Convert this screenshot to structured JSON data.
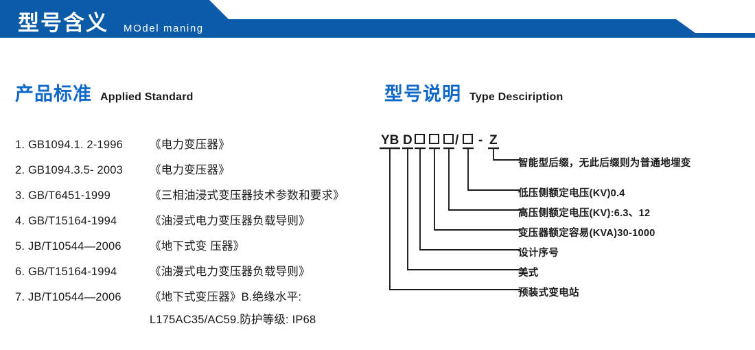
{
  "banner": {
    "title_cn": "型号含义",
    "title_en": "MOdel maning",
    "bg_color": "#0b5ba8"
  },
  "left_section": {
    "heading_cn": "产品标准",
    "heading_en": "Applied Standard",
    "heading_color": "#1069c8",
    "items": [
      {
        "code": "1. GB1094.1. 2-1996",
        "title": "《电力变压器》"
      },
      {
        "code": "2. GB1094.3.5- 2003",
        "title": "《电力变压器》"
      },
      {
        "code": "3. GB/T6451-1999",
        "title": "《三相油浸式变压器技术参数和要求》"
      },
      {
        "code": "4. GB/T15164-1994",
        "title": "《油浸式电力变压器负载导则》"
      },
      {
        "code": "5. JB/T10544—2006",
        "title": "《地下式变 压器》"
      },
      {
        "code": "6. GB/T15164-1994",
        "title": "《油漫式电力变压器负载导则》"
      },
      {
        "code": "7. JB/T10544—2006",
        "title": "《地下式变压器》B.绝缘水平:"
      }
    ],
    "continuation": "L175AC35/AC59.防护等级: IP68"
  },
  "right_section": {
    "heading_cn": "型号说明",
    "heading_en": "Type Desciription",
    "heading_color": "#1069c8",
    "model_code": {
      "segments": [
        {
          "type": "text",
          "value": "YB"
        },
        {
          "type": "text",
          "value": "D"
        },
        {
          "type": "box",
          "value": ""
        },
        {
          "type": "box",
          "value": ""
        },
        {
          "type": "box",
          "value": ""
        },
        {
          "type": "text",
          "value": "/"
        },
        {
          "type": "box",
          "value": ""
        },
        {
          "type": "text",
          "value": "-"
        },
        {
          "type": "text",
          "value": "Z"
        }
      ],
      "display": "YB D □□□/□ - Z"
    },
    "descriptions": [
      "智能型后缀，无此后缀则为普通地埋变",
      "低压侧额定电压(KV)0.4",
      "高压侧额定电压(KV):6.3、12",
      "变压器额定容易(KVA)30-1000",
      "设计序号",
      "美式",
      "预装式变电站"
    ]
  }
}
